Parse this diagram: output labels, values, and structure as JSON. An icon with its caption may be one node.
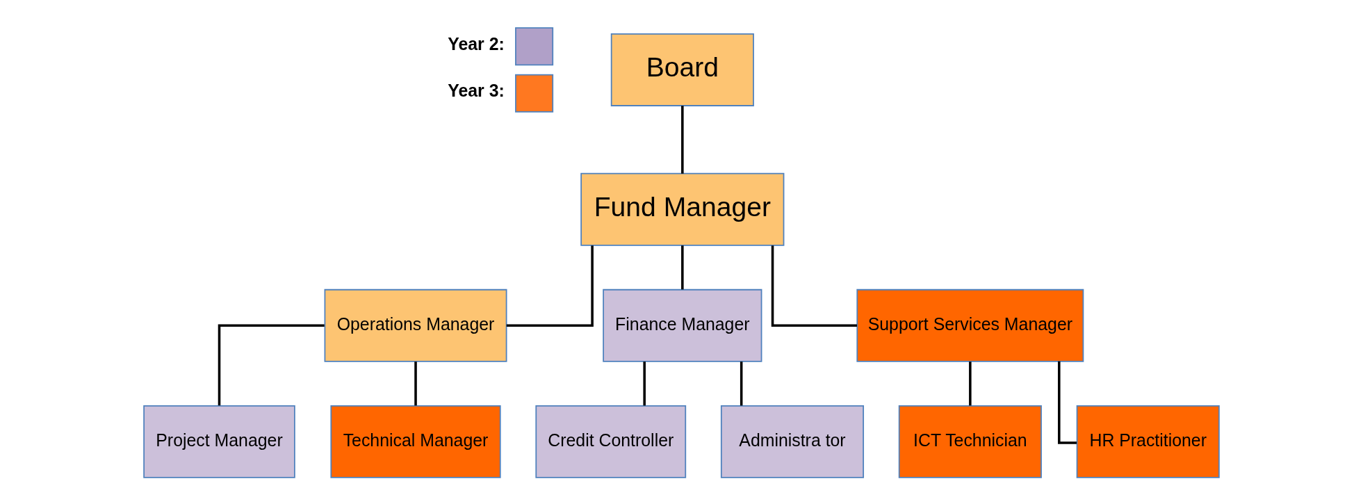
{
  "diagram": {
    "nodes": [
      {
        "text": [
          "Board"
        ]
      },
      {
        "text": [
          "Fund Manager"
        ]
      },
      {
        "text": [
          "Operations Manager"
        ]
      },
      {
        "text": [
          "Finance Manager"
        ]
      },
      {
        "text": [
          "Support Services Manager"
        ]
      },
      {
        "text": [
          "Project Manager"
        ]
      },
      {
        "text": [
          "Technical Manager"
        ]
      },
      {
        "text": [
          "Credit Controller"
        ]
      },
      {
        "text": [
          "Administra tor"
        ]
      },
      {
        "text": [
          "ICT Technician"
        ]
      },
      {
        "text": [
          "HR Practitioner"
        ]
      }
    ],
    "edges": [
      {
        "from": 0,
        "to": 1,
        "arrow": "none"
      },
      {
        "from": 1,
        "to": 2,
        "arrow": "none"
      },
      {
        "from": 1,
        "to": 3,
        "arrow": "none"
      },
      {
        "from": 1,
        "to": 4,
        "arrow": "none"
      },
      {
        "from": 2,
        "to": 5,
        "arrow": "none"
      },
      {
        "from": 2,
        "to": 6,
        "arrow": "none"
      },
      {
        "from": 3,
        "to": 7,
        "arrow": "none"
      },
      {
        "from": 3,
        "to": 8,
        "arrow": "none"
      },
      {
        "from": 4,
        "to": 9,
        "arrow": "none"
      },
      {
        "from": 4,
        "to": 10,
        "arrow": "none"
      }
    ],
    "legend": [
      {
        "text": "Year 2:",
        "color": "#b0a0c8"
      },
      {
        "text": "Year 3:",
        "color": "#ff7820"
      }
    ]
  }
}
